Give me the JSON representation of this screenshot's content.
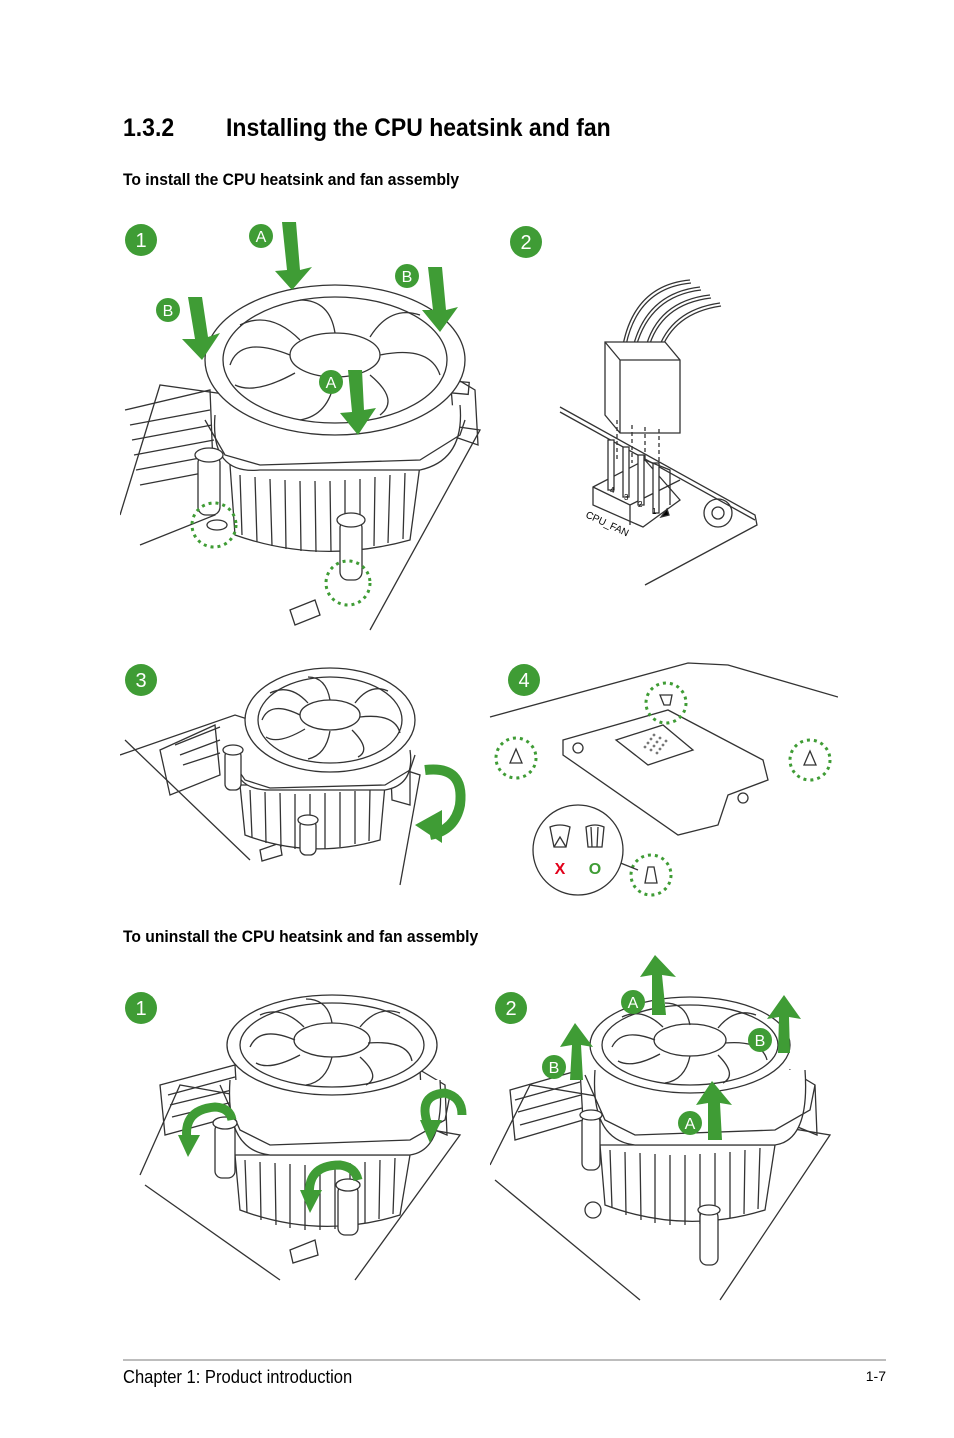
{
  "section": {
    "number": "1.3.2",
    "title": "Installing the CPU heatsink and fan"
  },
  "install": {
    "heading": "To install the CPU heatsink and fan assembly",
    "steps": [
      {
        "number": "1",
        "labels": [
          "A",
          "B",
          "B",
          "A"
        ]
      },
      {
        "number": "2",
        "connector_label": "CPU_FAN",
        "pins": [
          "4",
          "3",
          "2",
          "1"
        ]
      },
      {
        "number": "3"
      },
      {
        "number": "4",
        "marks": [
          "X",
          "O"
        ]
      }
    ]
  },
  "uninstall": {
    "heading": "To uninstall the CPU heatsink and fan assembly",
    "steps": [
      {
        "number": "1"
      },
      {
        "number": "2",
        "labels": [
          "A",
          "B",
          "B",
          "A"
        ]
      }
    ]
  },
  "footer": {
    "chapter": "Chapter 1: Product introduction",
    "page": "1-7"
  },
  "colors": {
    "accent_green": "#3f9c35",
    "wrong_mark": "#e2001a",
    "right_mark": "#3f9c35",
    "line": "#333333"
  }
}
